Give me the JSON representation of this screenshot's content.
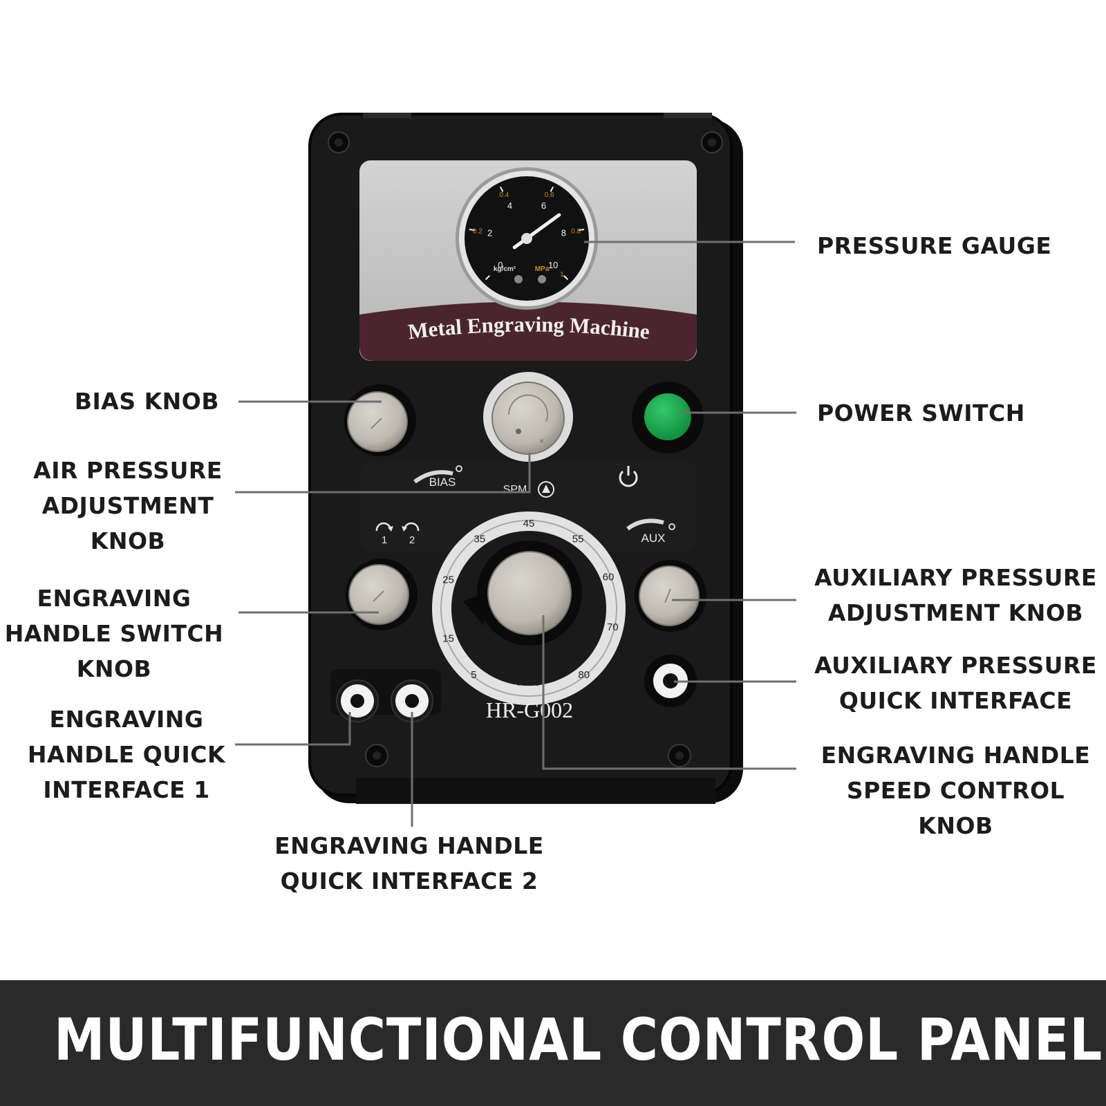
{
  "device": {
    "label": "Metal Engraving Machine",
    "model": "HR-G002"
  },
  "gauge": {
    "inner_scale": [
      "0",
      "2",
      "4",
      "6",
      "8",
      "10"
    ],
    "outer_scale": [
      "0.2",
      "0.4",
      "0.6",
      "0.8",
      "1"
    ],
    "unit_kg": "kg/cm²",
    "unit_mpa": "MPa",
    "needle_value": 7
  },
  "panel_labels": {
    "bias": "BIAS",
    "spm": "SPM",
    "aux": "AUX",
    "handle_1": "1",
    "handle_2": "2",
    "dial_multiplier": "•X100•",
    "dial_marks": [
      "5",
      "15",
      "25",
      "35",
      "45",
      "55",
      "60",
      "70",
      "80"
    ]
  },
  "colors": {
    "body": "#161616",
    "plate": "#c2c2c2",
    "label_band": "#4a2530",
    "power_button": "#17a84a",
    "knob": "#bdb9b0",
    "leader": "#6f6f6f",
    "banner": "#2a2a2a"
  },
  "icons": {
    "power": "power-icon"
  },
  "callouts": {
    "pressure_gauge": "PRESSURE GAUGE",
    "bias_knob": "BIAS KNOB",
    "power_switch": "POWER SWITCH",
    "air_pressure_knob": "AIR PRESSURE\nADJUSTMENT\nKNOB",
    "handle_switch_knob": "ENGRAVING\nHANDLE SWITCH\nKNOB",
    "aux_pressure_knob": "AUXILIARY PRESSURE\nADJUSTMENT KNOB",
    "aux_quick_interface": "AUXILIARY PRESSURE\nQUICK INTERFACE",
    "handle_interface_1": "ENGRAVING\nHANDLE QUICK\nINTERFACE 1",
    "speed_control_knob": "ENGRAVING HANDLE\nSPEED CONTROL KNOB",
    "handle_interface_2": "ENGRAVING HANDLE\nQUICK INTERFACE 2"
  },
  "banner": {
    "title": "MULTIFUNCTIONAL CONTROL PANEL"
  }
}
